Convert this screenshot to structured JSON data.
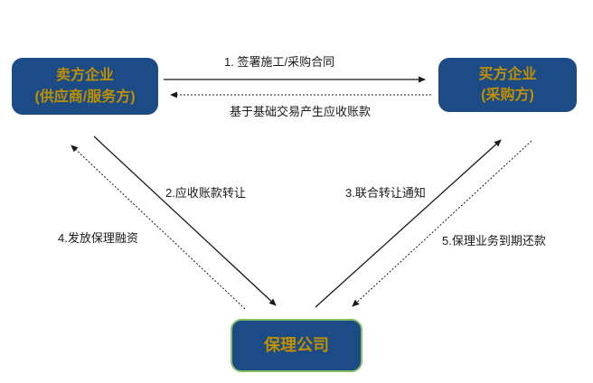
{
  "diagram": {
    "nodes": {
      "seller": {
        "lines": [
          "卖方企业",
          "(供应商/服务方)"
        ]
      },
      "buyer": {
        "lines": [
          "买方企业",
          "(采购方)"
        ]
      },
      "factoring": {
        "label": "保理公司"
      }
    },
    "edges": [
      {
        "label": "1. 签署施工/采购合同",
        "from": "seller",
        "to": "buyer",
        "style": "solid"
      },
      {
        "label": "基于基础交易产生应收账款",
        "from": "buyer",
        "to": "seller",
        "style": "dashed"
      },
      {
        "label": "2.应收账款转让",
        "from": "seller",
        "to": "factoring",
        "style": "solid"
      },
      {
        "label": "3.联合转让通知",
        "from": "factoring",
        "to": "buyer",
        "style": "solid"
      },
      {
        "label": "4.发放保理融资",
        "from": "factoring",
        "to": "seller",
        "style": "dashed"
      },
      {
        "label": "5.保理业务到期还款",
        "from": "buyer",
        "to": "factoring",
        "style": "dashed"
      }
    ],
    "colors": {
      "node_fill": "#1C4B85",
      "node_text": "#BF9000",
      "factoring_border": "#84BE65",
      "arrow": "#1a1a1a",
      "background": "#FFFFFF",
      "label_text": "#1a1a1a"
    }
  }
}
